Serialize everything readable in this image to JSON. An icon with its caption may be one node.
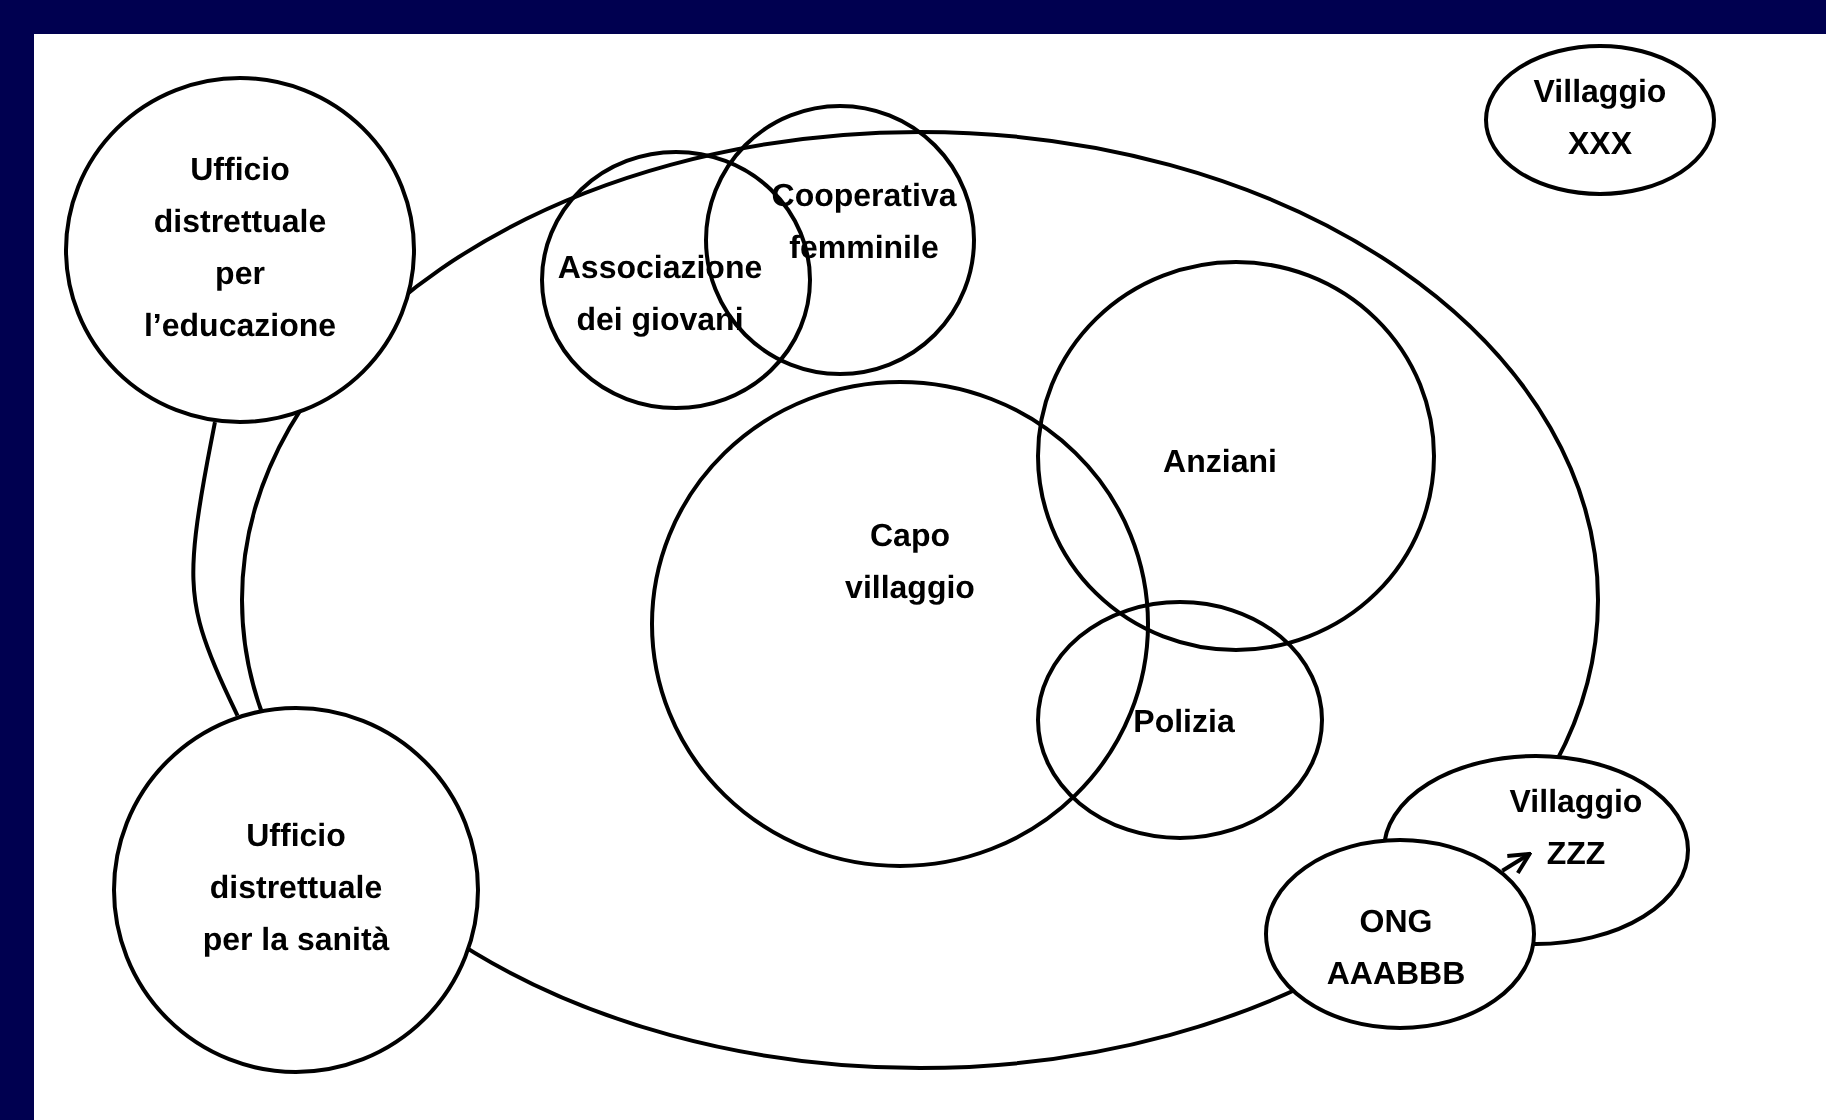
{
  "diagram": {
    "nodes": [
      {
        "text": [],
        "shape": "ellipse"
      },
      {
        "text": [
          "Ufficio distrettuale per l’educazione"
        ]
      },
      {
        "text": [
          "Ufficio distrettuale per la sanità"
        ]
      },
      {
        "text": [
          "Villaggio XXX"
        ]
      },
      {
        "text": [
          "Associazione dei giovani"
        ],
        "in": 0
      },
      {
        "text": [
          "Cooperativa femminile"
        ],
        "in": 0
      },
      {
        "text": [
          "Anziani"
        ],
        "in": 0
      },
      {
        "text": [
          "Capo villaggio"
        ],
        "in": 0
      },
      {
        "text": [
          "Polizia"
        ],
        "in": 0
      },
      {
        "text": [
          "Villaggio ZZZ"
        ]
      },
      {
        "text": [
          "ONG AAABBB"
        ]
      }
    ],
    "edges": [
      {
        "from": 1,
        "to": 2,
        "arrow": "none"
      },
      {
        "from": 10,
        "to": 9,
        "arrow": "to"
      }
    ]
  }
}
